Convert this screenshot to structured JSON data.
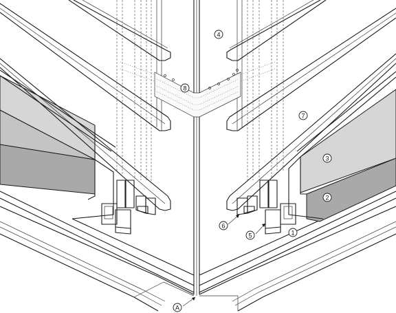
{
  "callouts": [
    {
      "id": "c4",
      "label": "4"
    },
    {
      "id": "c8",
      "label": "8"
    },
    {
      "id": "c7",
      "label": "7"
    },
    {
      "id": "c3",
      "label": "3"
    },
    {
      "id": "c2",
      "label": "2"
    },
    {
      "id": "c6",
      "label": "6"
    },
    {
      "id": "c5",
      "label": "5"
    },
    {
      "id": "c1",
      "label": "1"
    },
    {
      "id": "cA",
      "label": "A"
    }
  ]
}
